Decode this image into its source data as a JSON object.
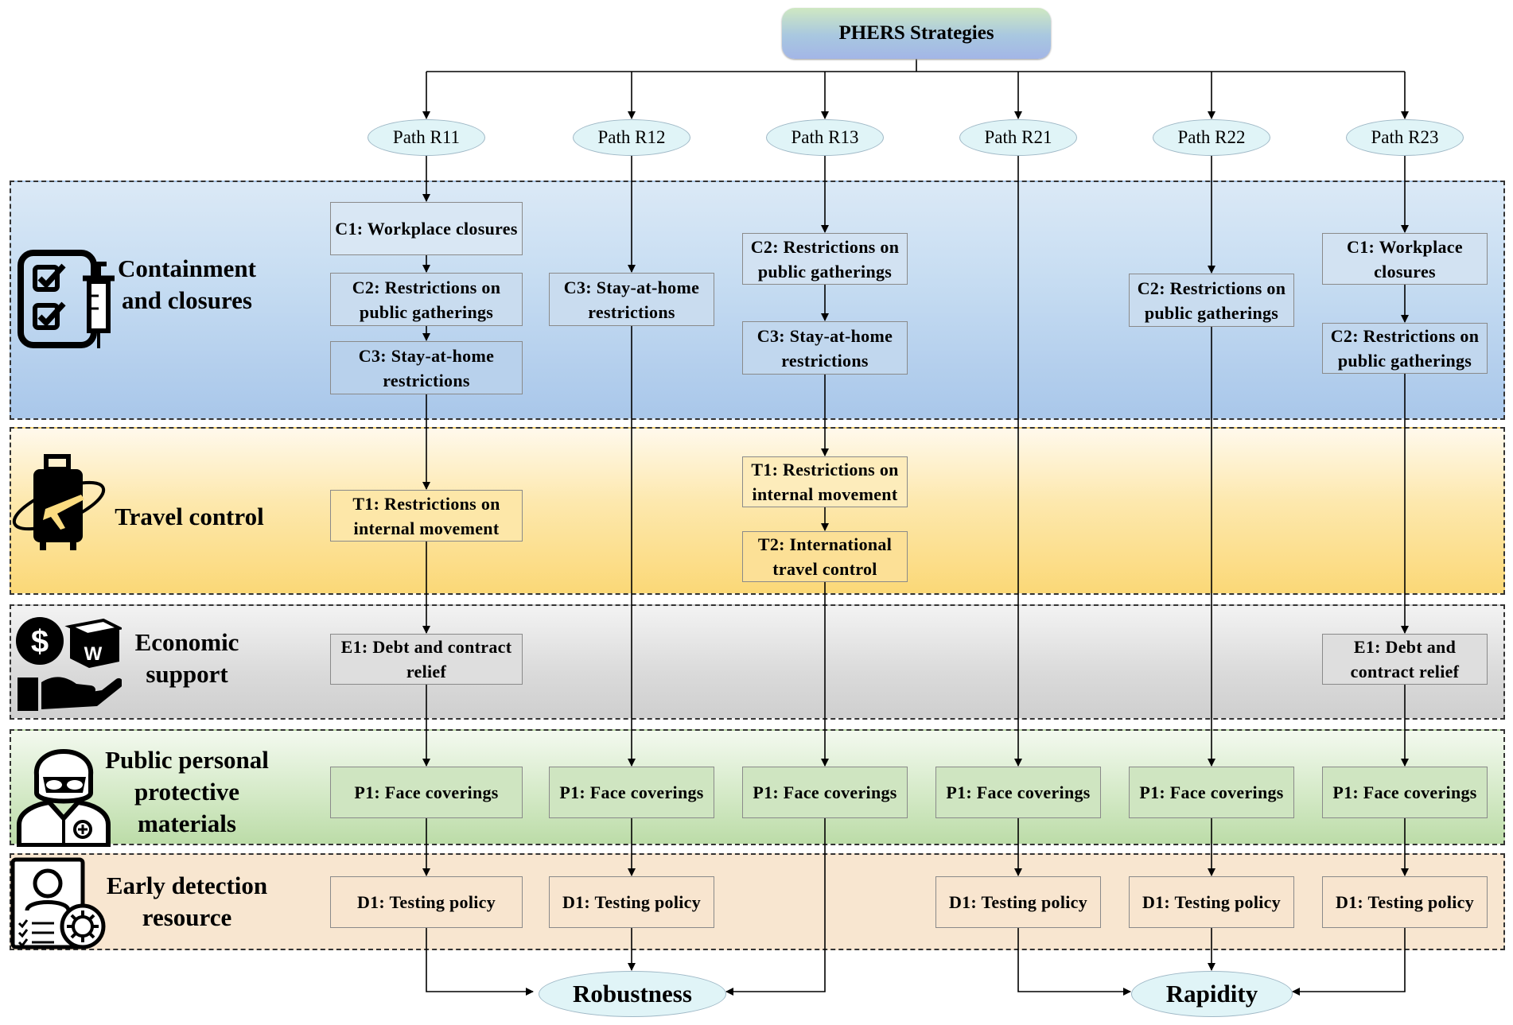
{
  "title": "PHERS Strategies",
  "paths": [
    "Path R11",
    "Path R12",
    "Path R13",
    "Path R21",
    "Path R22",
    "Path R23"
  ],
  "bands": [
    {
      "label": "Containment and closures",
      "icon": "checklist-syringe-icon",
      "color": "#a8c8ea"
    },
    {
      "label": "Travel control",
      "icon": "luggage-plane-icon",
      "color": "#fbdc80"
    },
    {
      "label": "Economic support",
      "icon": "money-hand-icon",
      "color": "#d4d4d4"
    },
    {
      "label": "Public personal protective materials",
      "icon": "protective-suit-icon",
      "color": "#c5e0b4"
    },
    {
      "label": "Early detection resource",
      "icon": "patient-virus-report-icon",
      "color": "#f8e5cf"
    }
  ],
  "boxes": {
    "r11_c1": "C1: Workplace closures",
    "r11_c2": "C2: Restrictions on public gatherings",
    "r11_c3": "C3: Stay-at-home restrictions",
    "r11_t1": "T1: Restrictions on internal movement",
    "r11_e1": "E1: Debt and contract relief",
    "r11_p1": "P1: Face coverings",
    "r11_d1": "D1: Testing policy",
    "r12_c3": "C3: Stay-at-home restrictions",
    "r12_p1": "P1: Face coverings",
    "r12_d1": "D1: Testing policy",
    "r13_c2": "C2: Restrictions on public gatherings",
    "r13_c3": "C3: Stay-at-home restrictions",
    "r13_t1": "T1: Restrictions on internal movement",
    "r13_t2": "T2: International travel control",
    "r13_p1": "P1: Face coverings",
    "r21_p1": "P1: Face coverings",
    "r21_d1": "D1: Testing policy",
    "r22_c2": "C2: Restrictions on public gatherings",
    "r22_p1": "P1: Face coverings",
    "r22_d1": "D1: Testing policy",
    "r23_c1": "C1: Workplace closures",
    "r23_c2": "C2: Restrictions on public gatherings",
    "r23_e1": "E1: Debt and contract relief",
    "r23_p1": "P1: Face coverings",
    "r23_d1": "D1: Testing policy"
  },
  "outcomes": {
    "robustness": "Robustness",
    "rapidity": "Rapidity"
  }
}
